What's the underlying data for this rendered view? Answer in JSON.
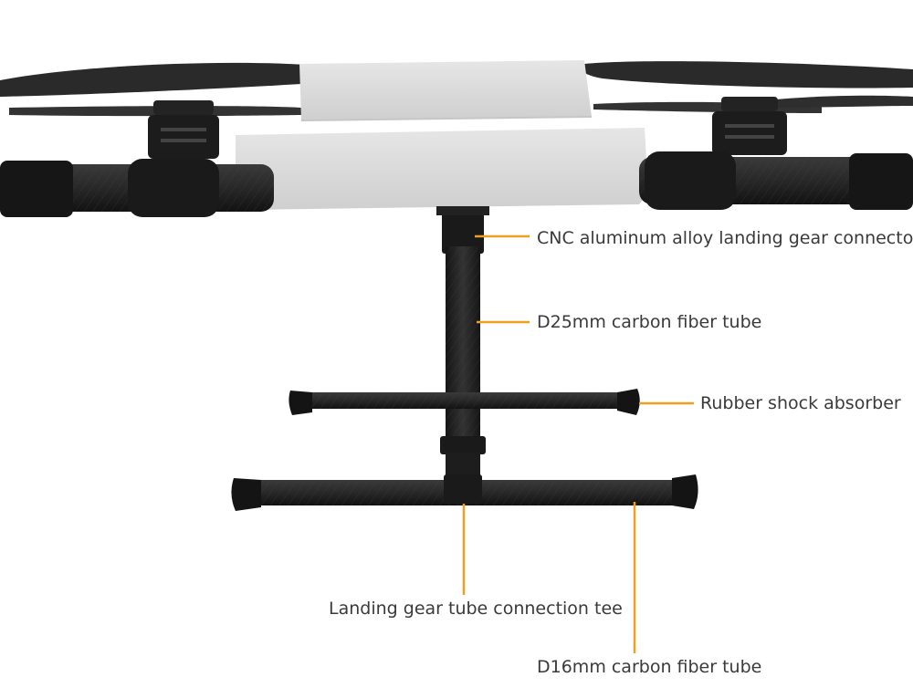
{
  "colors": {
    "leader_line": "#f0a020",
    "label_text": "#3a3a3a",
    "body_shell": "#d9d9d9",
    "carbon": "#1e1e1e",
    "rubber": "#161616"
  },
  "labels": {
    "connector": "CNC aluminum alloy landing gear connector",
    "d25_tube": "D25mm carbon fiber tube",
    "rubber": "Rubber shock absorber",
    "tee": "Landing gear tube connection tee",
    "d16_tube": "D16mm carbon fiber tube"
  },
  "icons": [
    "drone-body-icon",
    "motor-icon",
    "propeller-icon",
    "arm-tube-icon",
    "landing-gear-icon"
  ]
}
